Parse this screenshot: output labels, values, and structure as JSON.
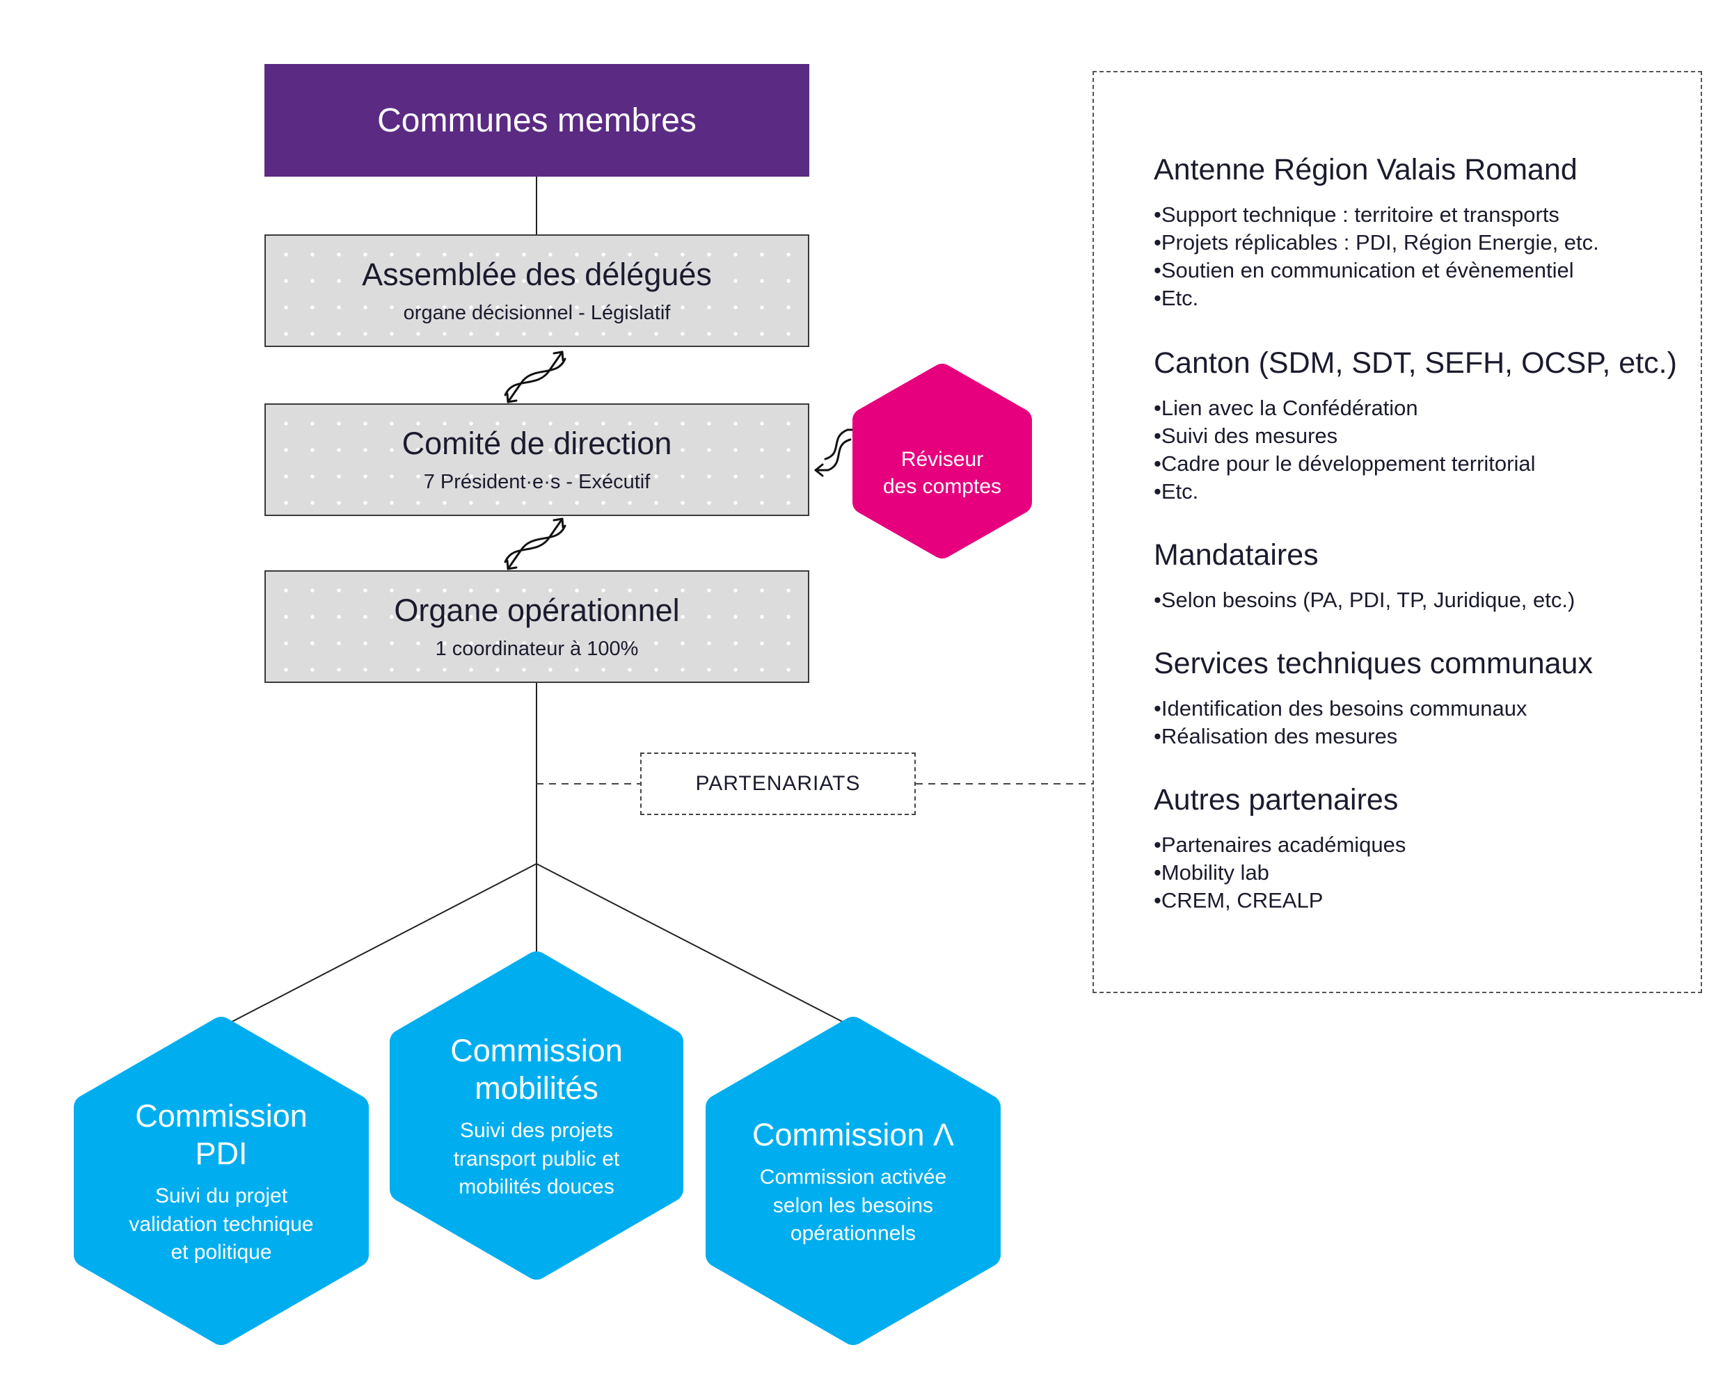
{
  "colors": {
    "purple": "#5b2a82",
    "magenta": "#e6007e",
    "cyan": "#00aeef",
    "gray_box": "#dcdcdc",
    "text_dark": "#1b1b2e"
  },
  "icons": [
    "curved-double-arrow-icon"
  ],
  "org": {
    "communes": "Communes membres",
    "assemblee": {
      "title": "Assemblée des délégués",
      "subtitle": "organe décisionnel - Législatif"
    },
    "comite": {
      "title": "Comité de direction",
      "subtitle": "7 Président·e·s - Exécutif"
    },
    "organe": {
      "title": "Organe opérationnel",
      "subtitle": "1 coordinateur à 100%"
    },
    "reviseur": {
      "line1": "Réviseur",
      "line2": "des comptes"
    },
    "partenariats": "PARTENARIATS"
  },
  "commissions": [
    {
      "title_line1": "Commission",
      "title_line2": "PDI",
      "desc": [
        "Suivi du projet",
        "validation technique",
        "et politique"
      ]
    },
    {
      "title_line1": "Commission",
      "title_line2": "mobilités",
      "desc": [
        "Suivi des projets",
        "transport public et",
        "mobilités douces"
      ]
    },
    {
      "title_line1": "Commission Λ",
      "desc": [
        "Commission activée",
        "selon les besoins",
        "opérationnels"
      ]
    }
  ],
  "partners": [
    {
      "title": "Antenne Région Valais Romand",
      "items": [
        "Support technique : territoire et transports",
        "Projets réplicables : PDI, Région Energie, etc.",
        "Soutien en communication et évènementiel",
        "Etc."
      ]
    },
    {
      "title": "Canton (SDM, SDT, SEFH, OCSP, etc.)",
      "items": [
        "Lien avec la Confédération",
        "Suivi des mesures",
        "Cadre pour le développement territorial",
        "Etc."
      ]
    },
    {
      "title": "Mandataires",
      "items": [
        "Selon besoins (PA, PDI, TP, Juridique, etc.)"
      ]
    },
    {
      "title": "Services techniques communaux",
      "items": [
        "Identification des besoins communaux",
        "Réalisation des mesures"
      ]
    },
    {
      "title": "Autres partenaires",
      "items": [
        "Partenaires académiques",
        "Mobility lab",
        "CREM, CREALP"
      ]
    }
  ]
}
